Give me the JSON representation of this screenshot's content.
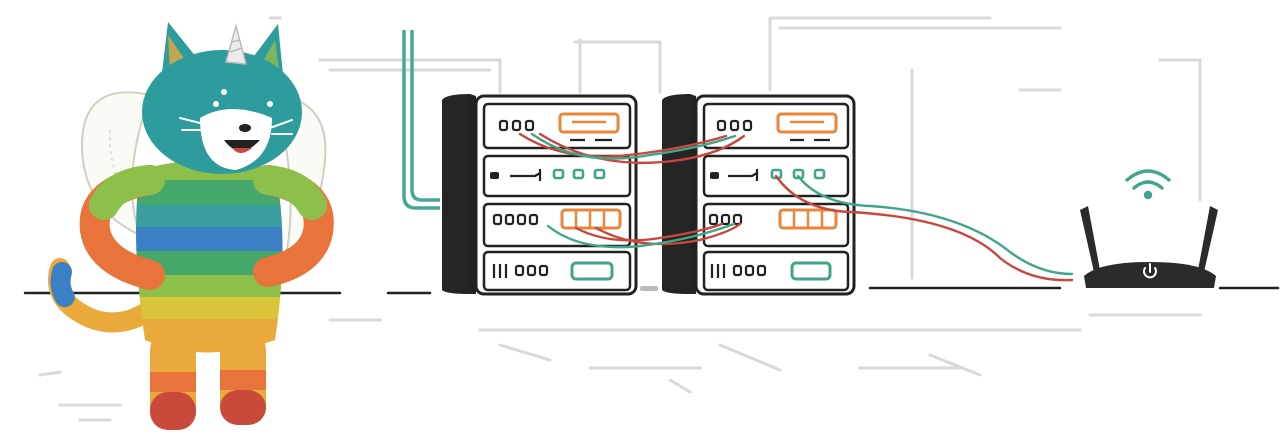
{
  "scene": {
    "background": "#ffffff",
    "ink": "#222222",
    "faint_line": "#d8d8d8",
    "accent_teal": "#3fa58b",
    "accent_orange": "#e8873a",
    "accent_red": "#c8473d"
  },
  "mascot": {
    "name": "rainbow-unicorn-cat",
    "head_color": "#2e9c9c",
    "stripe_colors": [
      "#c94a3a",
      "#e8743b",
      "#e9a93b",
      "#d8c53c",
      "#8cc04a",
      "#45a86a",
      "#3a9e9e",
      "#3b7fc4"
    ]
  },
  "servers": [
    {
      "id": "server-rack-left",
      "units": 4
    },
    {
      "id": "server-rack-right",
      "units": 4
    }
  ],
  "router": {
    "id": "wifi-router",
    "icons": [
      "wifi-icon",
      "power-icon"
    ],
    "color": "#2b2b2b"
  }
}
